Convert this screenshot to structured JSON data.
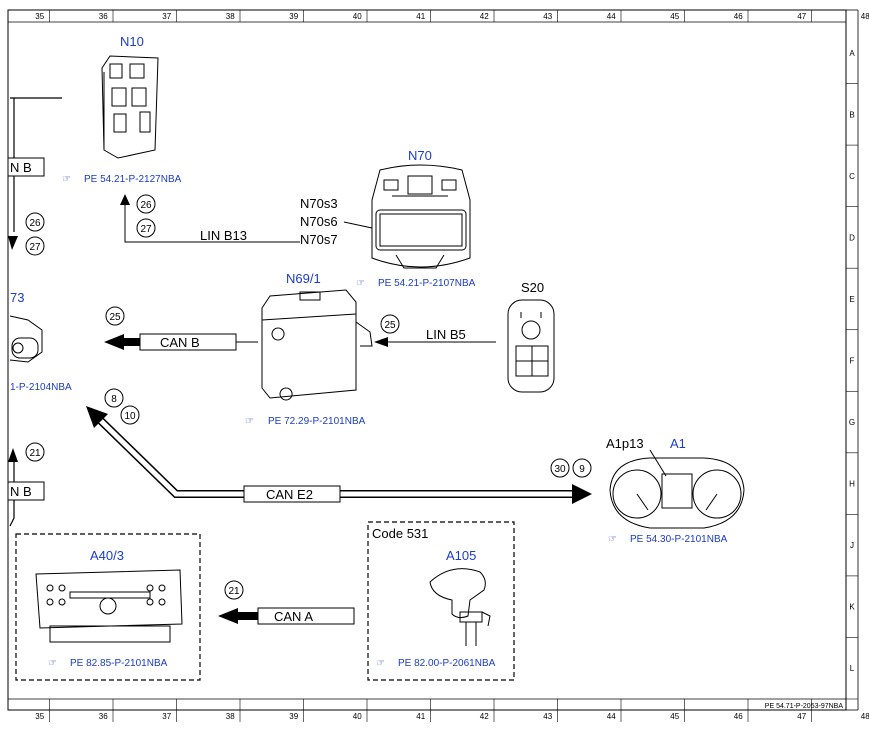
{
  "grid": {
    "columns": [
      "35",
      "36",
      "37",
      "38",
      "39",
      "40",
      "41",
      "42",
      "43",
      "44",
      "45",
      "46",
      "47",
      "48"
    ],
    "rows": [
      "A",
      "B",
      "C",
      "D",
      "E",
      "F",
      "G",
      "H",
      "J",
      "K",
      "L"
    ]
  },
  "components": {
    "n10": {
      "label": "N10",
      "ref": "PE 54.21-P-2127NBA"
    },
    "n70": {
      "label": "N70",
      "ref": "PE 54.21-P-2107NBA",
      "switches": [
        "N70s3",
        "N70s6",
        "N70s7"
      ]
    },
    "n69": {
      "label": "N69/1",
      "ref": "PE 72.29-P-2101NBA"
    },
    "s20": {
      "label": "S20"
    },
    "a1": {
      "label": "A1",
      "sub": "A1p13",
      "ref": "PE 54.30-P-2101NBA"
    },
    "a40": {
      "label": "A40/3",
      "ref": "PE 82.85-P-2101NBA"
    },
    "a105": {
      "label": "A105",
      "code": "Code 531",
      "ref": "PE 82.00-P-2061NBA"
    },
    "left": {
      "label": "73",
      "ref": "1-P-2104NBA"
    }
  },
  "buses": {
    "lin_b_top": "N B",
    "lin_b13": "LIN B13",
    "can_b": "CAN B",
    "lin_b5": "LIN B5",
    "can_e2": "CAN E2",
    "lin_b_mid": "N B",
    "can_a": "CAN A"
  },
  "circles": {
    "c26a": "26",
    "c27a": "27",
    "c26b": "26",
    "c27b": "27",
    "c25a": "25",
    "c25b": "25",
    "c8": "8",
    "c10": "10",
    "c21a": "21",
    "c30": "30",
    "c9": "9",
    "c21b": "21"
  },
  "footer": "PE 54.71-P-2053-97NBA"
}
